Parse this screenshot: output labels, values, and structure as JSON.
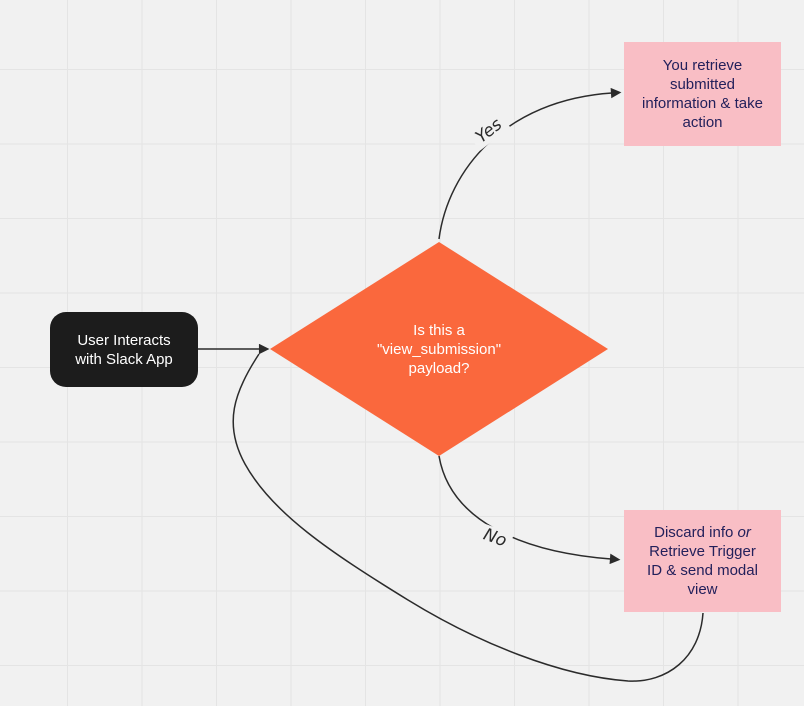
{
  "diagram": {
    "nodes": {
      "start": {
        "lines": [
          "User Interacts",
          "with Slack App"
        ],
        "bg": "#1c1c1c",
        "text_color": "#ffffff"
      },
      "decision": {
        "lines": [
          "Is this a",
          "\"view_submission\"",
          "payload?"
        ],
        "bg": "#fa683d",
        "text_color": "#ffffff"
      },
      "yes_outcome": {
        "lines": [
          "You retrieve",
          "submitted",
          "information & take",
          "action"
        ],
        "bg": "#f9bec5",
        "text_color": "#23205b"
      },
      "no_outcome": {
        "line1_text": "Discard info ",
        "line1_italic": "or",
        "lines_rest": [
          "Retrieve Trigger",
          "ID & send modal",
          "view"
        ],
        "bg": "#f9bec5",
        "text_color": "#23205b"
      }
    },
    "edges": {
      "yes_label": "Yes",
      "no_label": "No",
      "color": "#2b2b2b"
    },
    "background": {
      "color": "#f1f1f1",
      "grid_color": "#e4e4e4"
    }
  }
}
